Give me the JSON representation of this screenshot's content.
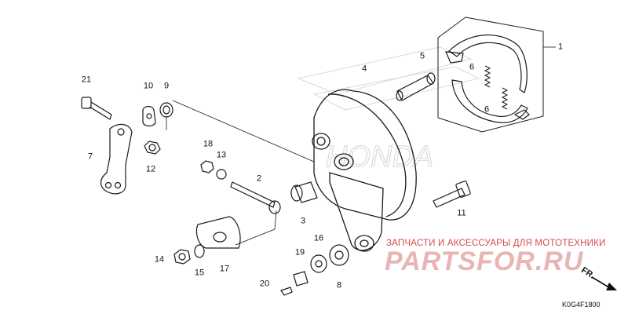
{
  "diagram": {
    "code": "K0G4F1800",
    "direction_label": "FR.",
    "watermark_text": "ЗАПЧАСТИ И АКСЕССУАРЫ ДЛЯ МОТОТЕХНИКИ",
    "watermark_brand": "PARTSFOR.RU",
    "colors": {
      "line": "#1a1a1a",
      "watermark_red": "#d64a4a",
      "watermark_pink": "#e8b4b4",
      "honda_watermark": "#d9d9d9"
    }
  },
  "parts": {
    "p1": "1",
    "p2": "2",
    "p3": "3",
    "p4": "4",
    "p5": "5",
    "p6a": "6",
    "p6b": "6",
    "p7": "7",
    "p8": "8",
    "p9": "9",
    "p10": "10",
    "p11": "11",
    "p12": "12",
    "p13": "13",
    "p14": "14",
    "p15": "15",
    "p16": "16",
    "p17": "17",
    "p18": "18",
    "p19": "19",
    "p20": "20",
    "p21": "21"
  }
}
